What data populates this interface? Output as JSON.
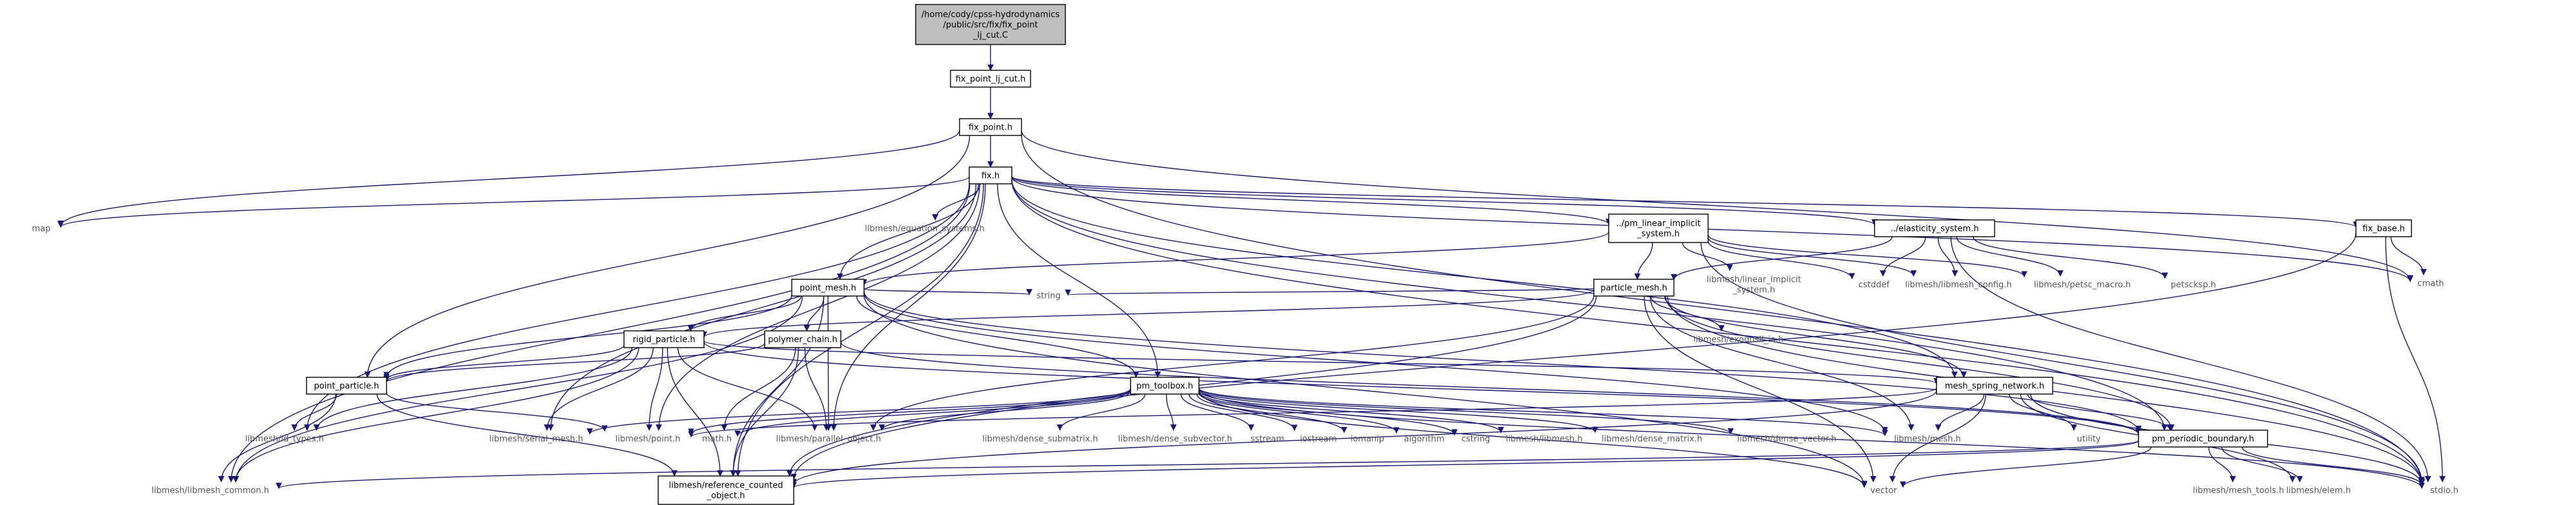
{
  "graph": {
    "root": [
      "/home/cody/cpss-hydrodynamics",
      "/public/src/fix/fix_point",
      "_lj_cut.C"
    ],
    "nodes": {
      "fix_point_lj_cut_h": [
        "fix_point_lj_cut.h"
      ],
      "fix_point_h": [
        "fix_point.h"
      ],
      "fix_h": [
        "fix.h"
      ],
      "map": [
        "map"
      ],
      "equation_systems": [
        "libmesh/equation_systems.h"
      ],
      "pm_linear_implicit_system": [
        "../pm_linear_implicit",
        "_system.h"
      ],
      "elasticity_system": [
        "../elasticity_system.h"
      ],
      "fix_base": [
        "fix_base.h"
      ],
      "cmath": [
        "cmath"
      ],
      "stdio": [
        "stdio.h"
      ],
      "point_mesh": [
        "point_mesh.h"
      ],
      "particle_mesh": [
        "particle_mesh.h"
      ],
      "string": [
        "string"
      ],
      "linear_implicit_system": [
        "libmesh/linear_implicit",
        "_system.h"
      ],
      "cstddef": [
        "cstddef"
      ],
      "libmesh_config": [
        "libmesh/libmesh_config.h"
      ],
      "petsc_macro": [
        "libmesh/petsc_macro.h"
      ],
      "petscksp": [
        "petscksp.h"
      ],
      "exodusII_io": [
        "libmesh/exodusII_io.h"
      ],
      "rigid_particle": [
        "rigid_particle.h"
      ],
      "polymer_chain": [
        "polymer_chain.h"
      ],
      "point_particle": [
        "point_particle.h"
      ],
      "pm_toolbox": [
        "pm_toolbox.h"
      ],
      "mesh_spring_network": [
        "mesh_spring_network.h"
      ],
      "id_types": [
        "libmesh/id_types.h"
      ],
      "serial_mesh": [
        "libmesh/serial_mesh.h"
      ],
      "point": [
        "libmesh/point.h"
      ],
      "math": [
        "math.h"
      ],
      "parallel_object": [
        "libmesh/parallel_object.h"
      ],
      "dense_submatrix": [
        "libmesh/dense_submatrix.h"
      ],
      "dense_subvector": [
        "libmesh/dense_subvector.h"
      ],
      "sstream": [
        "sstream"
      ],
      "iostream": [
        "iostream"
      ],
      "iomanip": [
        "iomanip"
      ],
      "algorithm": [
        "algorithm"
      ],
      "cstring": [
        "cstring"
      ],
      "libmesh_h": [
        "libmesh/libmesh.h"
      ],
      "dense_matrix": [
        "libmesh/dense_matrix.h"
      ],
      "dense_vector": [
        "libmesh/dense_vector.h"
      ],
      "mesh_h": [
        "libmesh/mesh.h"
      ],
      "utility": [
        "utility"
      ],
      "pm_periodic_boundary": [
        "pm_periodic_boundary.h"
      ],
      "libmesh_common": [
        "libmesh/libmesh_common.h"
      ],
      "reference_counted_object": [
        "libmesh/reference_counted",
        "_object.h"
      ],
      "vector": [
        "vector"
      ],
      "mesh_tools": [
        "libmesh/mesh_tools.h"
      ],
      "elem": [
        "libmesh/elem.h"
      ]
    }
  }
}
